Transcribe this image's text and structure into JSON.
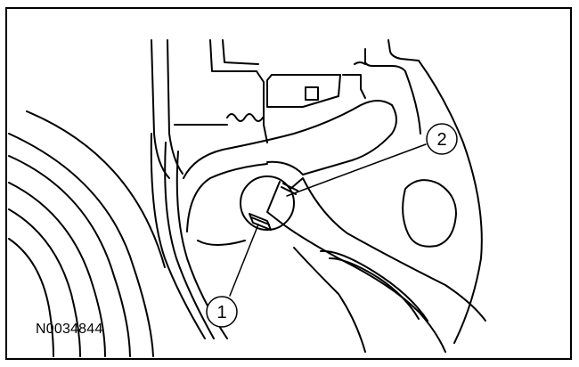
{
  "figure": {
    "reference_code": "N0034844",
    "callouts": [
      {
        "id": "1",
        "label": "1"
      },
      {
        "id": "2",
        "label": "2"
      }
    ],
    "colors": {
      "line": "#000000",
      "background": "#ffffff"
    }
  }
}
